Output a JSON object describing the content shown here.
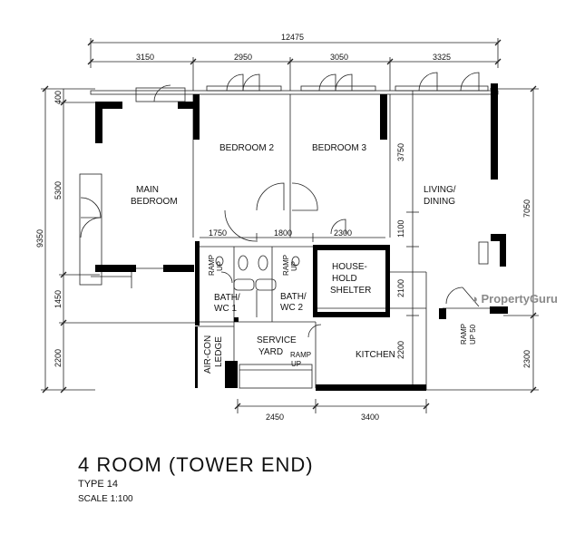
{
  "dimensions": {
    "overall_width": "12475",
    "top": [
      "3150",
      "2950",
      "3050",
      "3325"
    ],
    "left": [
      "400",
      "5300",
      "1450",
      "2200"
    ],
    "left_total": "9350",
    "right": [
      "7050",
      "2300"
    ],
    "inner": [
      "1750",
      "1800",
      "2300"
    ],
    "vertical_inner": [
      "3750",
      "1100",
      "2100",
      "2200"
    ],
    "bottom": [
      "2450",
      "3400"
    ]
  },
  "rooms": {
    "main_bedroom": [
      "MAIN",
      "BEDROOM"
    ],
    "bedroom_2": "BEDROOM  2",
    "bedroom_3": "BEDROOM  3",
    "living_dining": [
      "LIVING/",
      "DINING"
    ],
    "household_shelter": [
      "HOUSE-",
      "HOLD",
      "SHELTER"
    ],
    "bath_wc_1": [
      "BATH/",
      "WC  1"
    ],
    "bath_wc_2": [
      "BATH/",
      "WC  2"
    ],
    "service_yard": [
      "SERVICE",
      "YARD"
    ],
    "kitchen": "KITCHEN",
    "aircon_ledge": [
      "AIR-CON",
      "LEDGE"
    ],
    "ramp_up": [
      "RAMP",
      "UP"
    ],
    "ramp_up_50": [
      "RAMP",
      "UP  50"
    ]
  },
  "caption": {
    "title": "4  ROOM  (TOWER  END)",
    "type": "TYPE  14",
    "scale": "SCALE   1:100"
  },
  "watermark": "PropertyGuru"
}
